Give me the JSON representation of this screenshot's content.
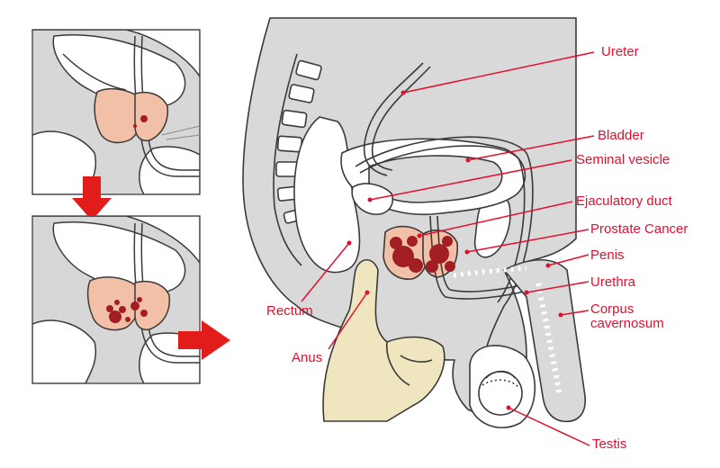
{
  "labels": {
    "ureter": "Ureter",
    "bladder": "Bladder",
    "seminal_vesicle": "Seminal vesicle",
    "ejaculatory_duct": "Ejaculatory duct",
    "prostate_cancer": "Prostate Cancer",
    "penis": "Penis",
    "urethra": "Urethra",
    "corpus_line1": "Corpus",
    "corpus_line2": "cavernosum",
    "rectum": "Rectum",
    "anus": "Anus",
    "testis": "Testis"
  },
  "colors": {
    "label": "#e2102e",
    "tissue": "#d9d9d9",
    "outline": "#3a3a3a",
    "prostate": "#f2c0a6",
    "tumor": "#a31d24",
    "finger": "#efe6bf",
    "arrow": "#e21b1b"
  }
}
